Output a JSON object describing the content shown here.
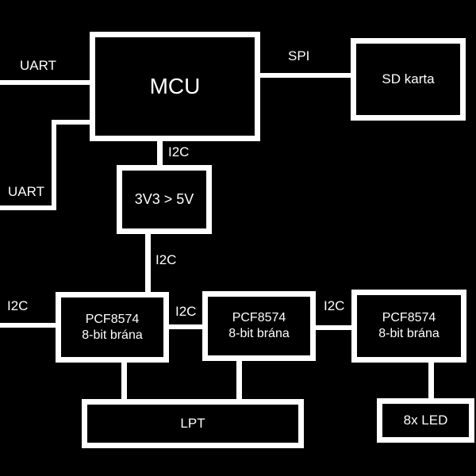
{
  "diagram": {
    "type": "block-diagram",
    "colors": {
      "background": "#000000",
      "foreground": "#ffffff"
    },
    "blocks": {
      "mcu": {
        "label": "MCU"
      },
      "sd_card": {
        "label": "SD karta"
      },
      "level_converter": {
        "label": "3V3 > 5V"
      },
      "expander1": {
        "line1": "PCF8574",
        "line2": "8-bit brána"
      },
      "expander2": {
        "line1": "PCF8574",
        "line2": "8-bit brána"
      },
      "expander3": {
        "line1": "PCF8574",
        "line2": "8-bit brána"
      },
      "lpt": {
        "label": "LPT"
      },
      "led": {
        "label": "8x LED"
      }
    },
    "edge_labels": {
      "uart_top": "UART",
      "uart_mid": "UART",
      "spi": "SPI",
      "i2c_mcu_to_converter": "I2C",
      "i2c_converter_to_expander1": "I2C",
      "i2c_left_bus": "I2C",
      "i2c_expander1_to_expander2": "I2C",
      "i2c_expander2_to_expander3": "I2C"
    }
  }
}
